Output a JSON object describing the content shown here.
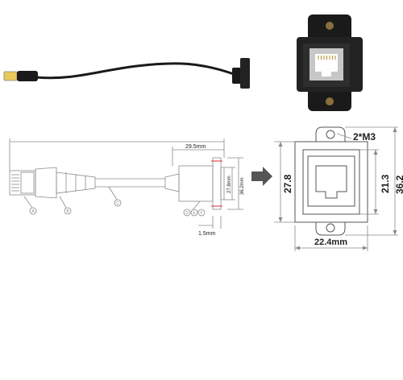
{
  "colors": {
    "cable_black": "#1a1a1a",
    "line_gray": "#8a8a8a",
    "dim_red": "#d9534f",
    "arrow_gray": "#555555",
    "text_dark": "#222222"
  },
  "side_view": {
    "dim_top": "29.5mm",
    "dim_height_inner": "27.8mm",
    "dim_height_outer": "36.2mm",
    "dim_thickness": "1.5mm",
    "callout_a": "A",
    "callout_b": "B",
    "callout_c": "C",
    "callout_d": "D",
    "callout_e": "E",
    "callout_f": "F"
  },
  "front_view": {
    "screw_label": "2*M3",
    "dim_left": "27.8",
    "dim_inner_right": "21.3",
    "dim_outer_right": "36.2",
    "dim_bottom": "22.4mm"
  }
}
